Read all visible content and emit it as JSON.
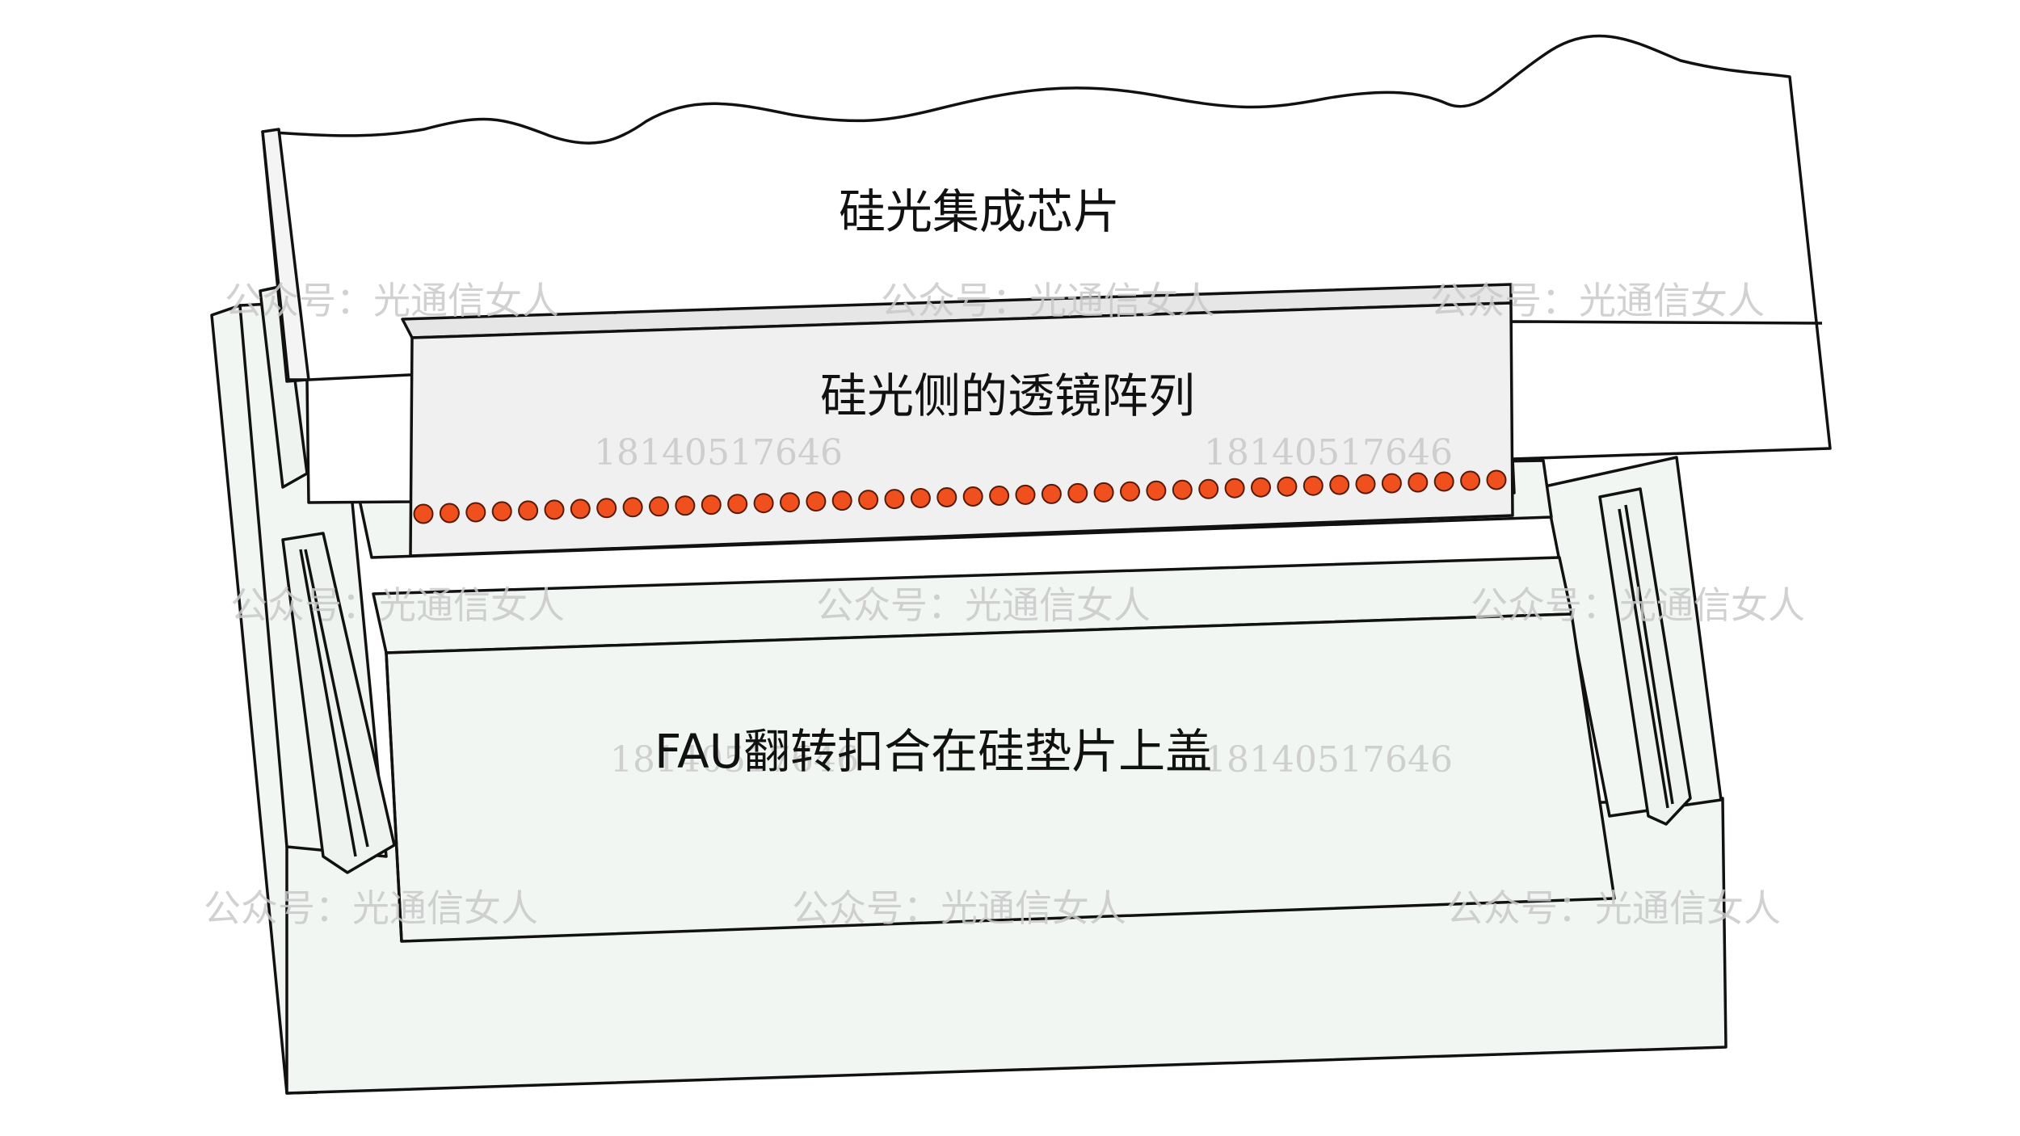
{
  "labels": {
    "chip": "硅光集成芯片",
    "lens": "硅光侧的透镜阵列",
    "fau": "FAU翻转扣合在硅垫片上盖"
  },
  "watermark": {
    "account": "公众号：光通信女人",
    "phone": "18140517646"
  },
  "lens_array": {
    "dot_count": 42,
    "dot_color": "#f0501e",
    "dot_outline": "#5a1a08"
  },
  "colors": {
    "chip_fill": "#ffffff",
    "lens_fill": "#f0f0f0",
    "base_fill": "#f2f6f3",
    "outline": "#111111"
  }
}
